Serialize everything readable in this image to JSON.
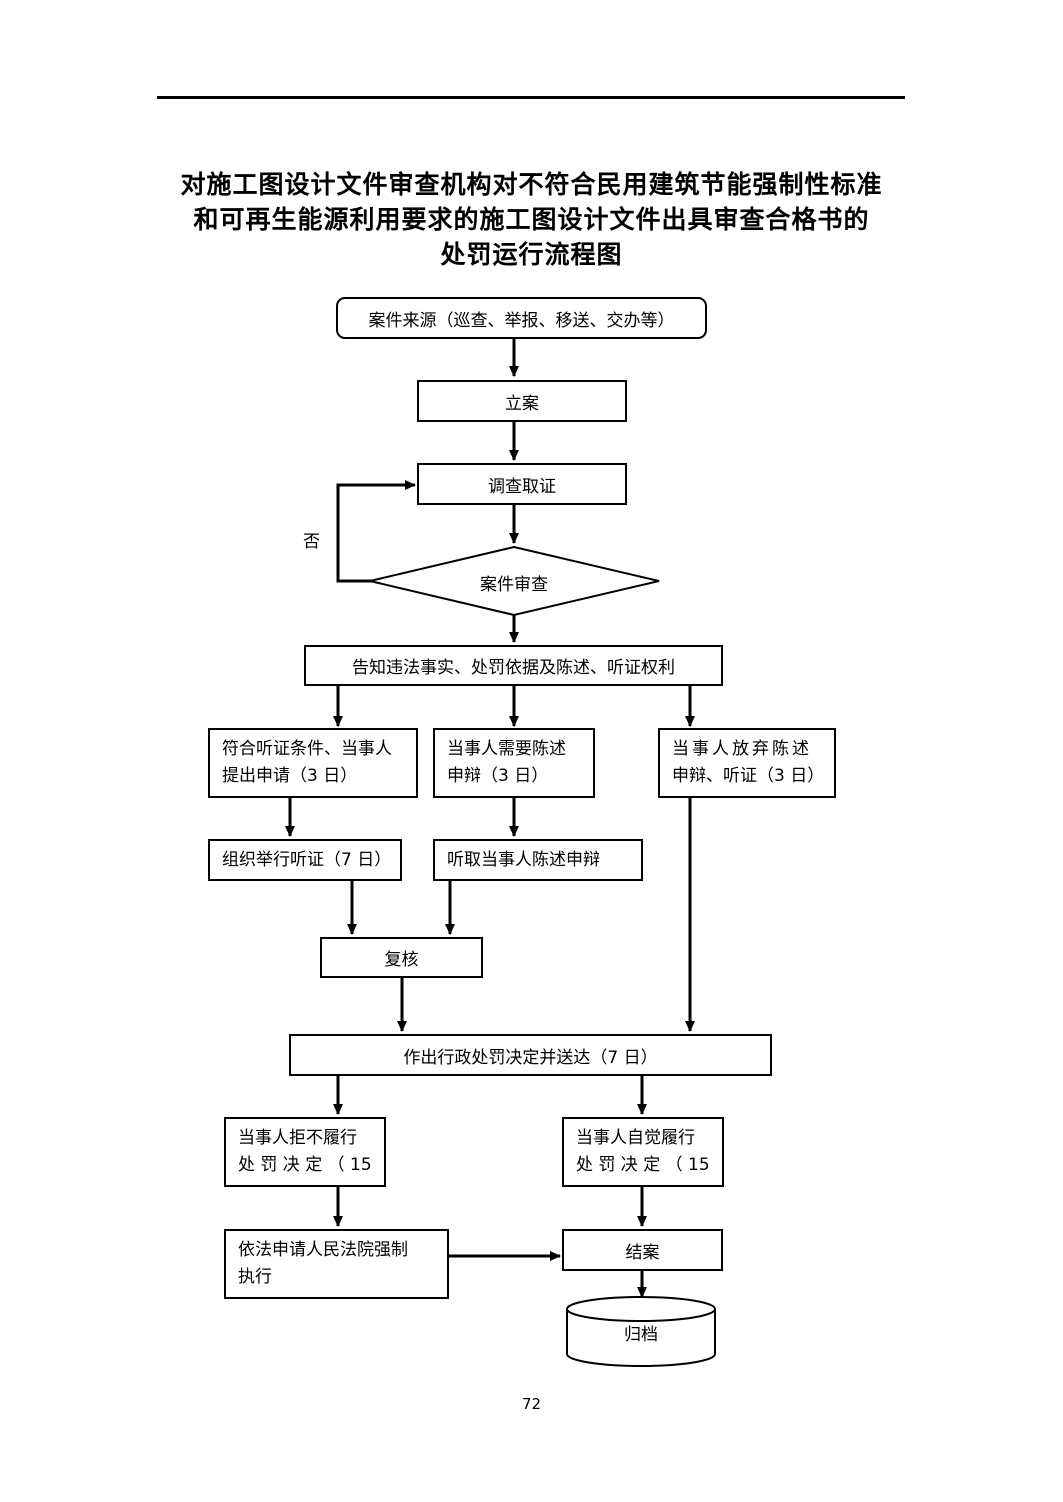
{
  "title": {
    "line1": "对施工图设计文件审查机构对不符合民用建筑节能强制性标准",
    "line2": "和可再生能源利用要求的施工图设计文件出具审查合格书的",
    "line3": "处罚运行流程图"
  },
  "nodes": {
    "source": "案件来源（巡查、举报、移送、交办等）",
    "filing": "立案",
    "investigation": "调查取证",
    "review_decision": "案件审查",
    "no_label": "否",
    "notify": "告知违法事实、处罚依据及陈述、听证权利",
    "hearing_request_l1": "符合听证条件、当事人",
    "hearing_request_l2": "提出申请（3 日）",
    "statement_need_l1": "当事人需要陈述",
    "statement_need_l2": "申辩（3 日）",
    "waive_l1": "当事人放弃陈述",
    "waive_l2": "申辩、听证（3 日）",
    "organize_hearing": "组织举行听证（7 日）",
    "hear_statement": "听取当事人陈述申辩",
    "recheck": "复核",
    "decision": "作出行政处罚决定并送达（7 日）",
    "refuse_l1": "当事人拒不履行",
    "refuse_l2": "处 罚 决 定 （ 15",
    "comply_l1": "当事人自觉履行",
    "comply_l2": "处 罚 决 定 （ 15",
    "court_l1": "依法申请人民法院强制",
    "court_l2": "执行",
    "close": "结案",
    "archive": "归档"
  },
  "page_number": "72"
}
